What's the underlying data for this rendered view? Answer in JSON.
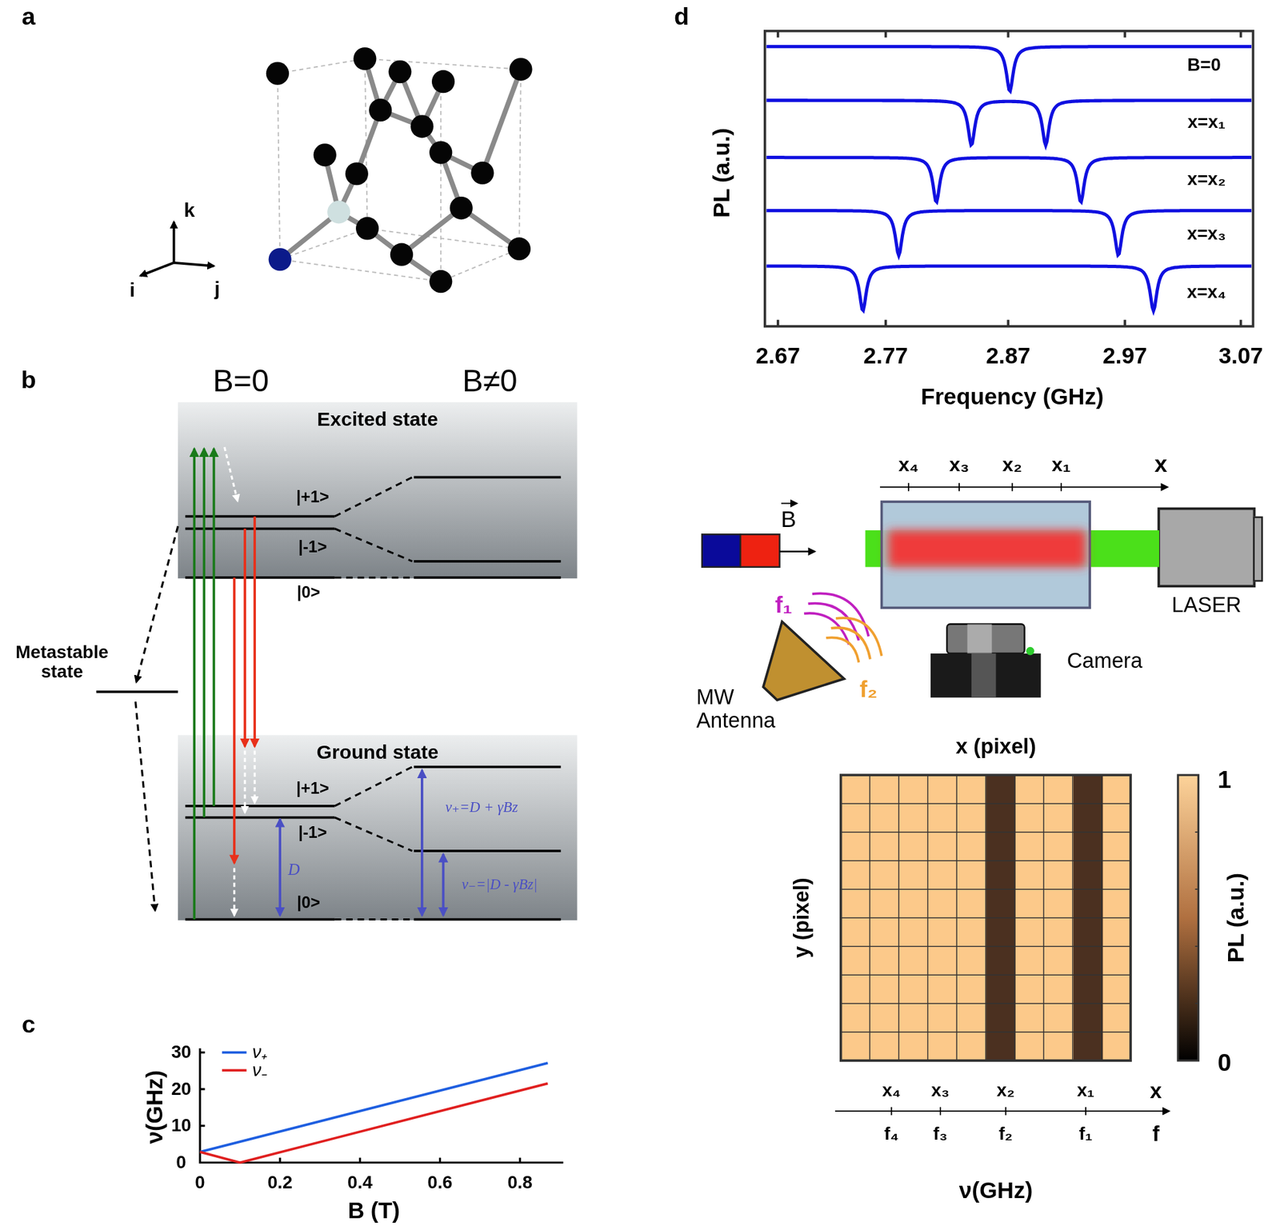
{
  "diagram": {
    "nodes": [
      {
        "text": [
          "Excited state"
        ]
      },
      {
        "text": [
          "Ground state"
        ]
      },
      {
        "text": [
          "LASER"
        ]
      },
      {
        "text": [
          "Camera"
        ]
      },
      {
        "text": [
          "MW Antenna"
        ]
      }
    ],
    "labels": [
      "a",
      "k",
      "i",
      "j",
      "b",
      "B=0",
      "B≠0",
      "|+1>",
      "|-1>",
      "|0>",
      "|+1>",
      "|-1>",
      "|0>",
      "Metastable state",
      "D",
      "ν₊=D + γBz",
      "ν₋=|D - γBz|",
      "c",
      "30",
      "20",
      "10",
      "0",
      "0",
      "0.2",
      "0.4",
      "0.6",
      "0.8",
      "ν(GHz)",
      "B (T)",
      "d",
      "PL (a.u.)",
      "B=0",
      "x=x₁",
      "x=x₂",
      "x=x₃",
      "x=x₄",
      "2.67",
      "2.77",
      "2.87",
      "2.97",
      "3.07",
      "Frequency (GHz)",
      "x₄",
      "x₃",
      "x₂",
      "x₁",
      "x",
      "B",
      "f₁",
      "f₂",
      "x (pixel)",
      "y (pixel)",
      "1",
      "0",
      "PL (a.u.)",
      "x₄",
      "x₃",
      "x₂",
      "x₁",
      "x",
      "f₄",
      "f₃",
      "f₂",
      "f₁",
      "f",
      "ν(GHz)"
    ],
    "legend": [
      {
        "text": "ν₊"
      },
      {
        "text": "ν₋"
      }
    ]
  }
}
